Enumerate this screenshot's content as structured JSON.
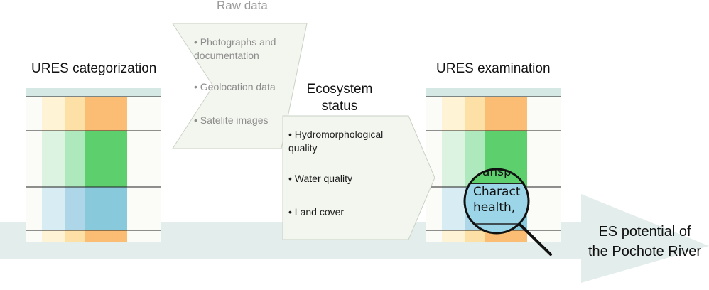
{
  "titles": {
    "categorization": "URES categorization",
    "examination": "URES examination",
    "raw_data": "Raw data",
    "ecosystem_status": "Ecosystem\nstatus",
    "es_potential": "ES potential of\nthe Pochote River"
  },
  "raw_data": {
    "items": [
      "• Photographs and\ndocumentation",
      "• Geolocation data",
      "• Satelite images"
    ]
  },
  "ecosystem_status": {
    "items": [
      "• Hydromorphological\nquality",
      "• Water quality",
      "• Land cover"
    ]
  },
  "magnifier": {
    "partial_top": "ransp",
    "line1": "Charact",
    "line2": "health,"
  },
  "colors": {
    "flow_arrow": "#e3eeec",
    "panel_fill": "#f3f6ef",
    "panel_stroke": "#c9d2c5",
    "table_header": "#d5e8e4",
    "band_orange": [
      "#fff3d6",
      "#fde0a6",
      "#fbbd74"
    ],
    "band_green": [
      "#dcf3e2",
      "#ade9bd",
      "#5dd06d"
    ],
    "band_blue": [
      "#d8ecf3",
      "#add6e8",
      "#88cadc"
    ],
    "lens_blue": "#9bd5e7",
    "lens_green": "#5dd06d"
  }
}
